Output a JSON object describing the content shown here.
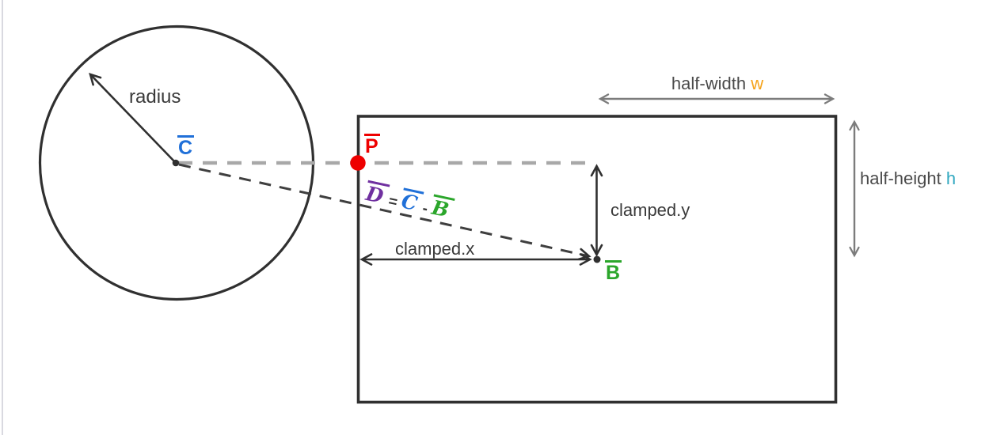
{
  "labels": {
    "radius": "radius",
    "circle_center": "C",
    "closest_point": "P",
    "box_center": "B",
    "clamped_x": "clamped.x",
    "clamped_y": "clamped.y",
    "half_width_text": "half-width",
    "half_width_symbol": "w",
    "half_height_text": "half-height",
    "half_height_symbol": "h"
  },
  "equation": {
    "d": "D",
    "equals": "=",
    "c": "C",
    "minus": "-",
    "b": "B"
  },
  "colors": {
    "line_dark": "#303030",
    "dashed_dark": "#3f3f3f",
    "dashed_gray": "#a8a8a8",
    "dim_gray": "#7c7c7c",
    "point_red": "#ee0000",
    "label_blue": "#2070d8",
    "label_green": "#2ba62b",
    "label_purple": "#7030a0",
    "symbol_orange": "#f5a31b",
    "symbol_teal": "#31a8c0",
    "text_dark": "#3a3a3a"
  }
}
